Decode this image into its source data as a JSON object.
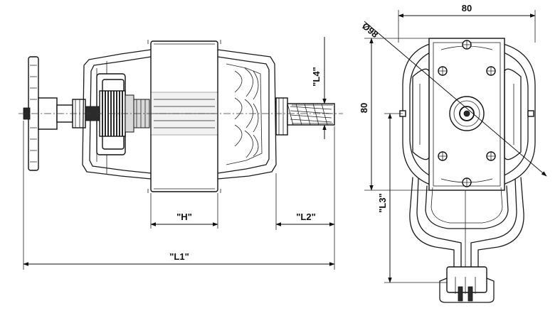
{
  "dimensions": {
    "width_top": "80",
    "height_side": "80",
    "diameter": "Ø98",
    "h": "\"H\"",
    "l1": "\"L1\"",
    "l2": "\"L2\"",
    "l3": "\"L3\"",
    "l4": "\"L4\""
  },
  "colors": {
    "line": "#1a1a1a",
    "background": "#ffffff"
  }
}
